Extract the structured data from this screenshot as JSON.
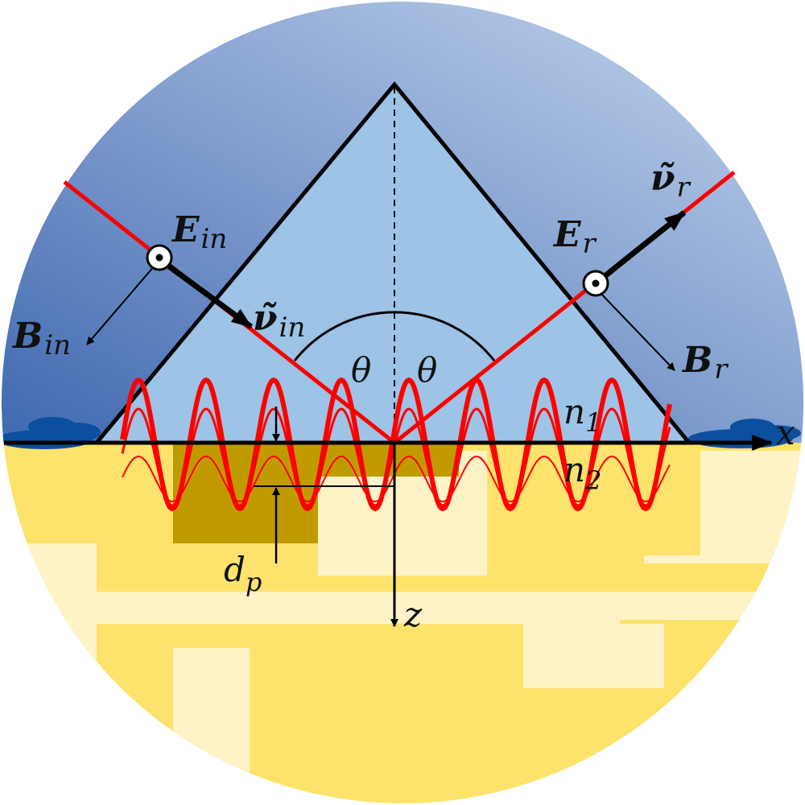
{
  "labels": {
    "e_in_main": "E",
    "e_in_sub": "in",
    "b_in_main": "B",
    "b_in_sub": "in",
    "v_in_main": "ν̃",
    "v_in_sub": "in",
    "e_r_main": "E",
    "e_r_sub": "r",
    "b_r_main": "B",
    "b_r_sub": "r",
    "v_r_main": "ν̃",
    "v_r_sub": "r",
    "theta_left": "θ",
    "theta_right": "θ",
    "n1_main": "n",
    "n1_sub": "1",
    "n2_main": "n",
    "n2_sub": "2",
    "dp_main": "d",
    "dp_sub": "p",
    "x_axis": "x",
    "z_axis": "z"
  },
  "colors": {
    "sky_dark": "#3f68b0",
    "sky_light": "#bcd0ec",
    "prism": "#9dc3e6",
    "sample": "#fde36c",
    "sample_light": "#fdf3c6",
    "sample_dark": "#bf9b00",
    "beam": "#ff0000",
    "outline": "#000000"
  }
}
